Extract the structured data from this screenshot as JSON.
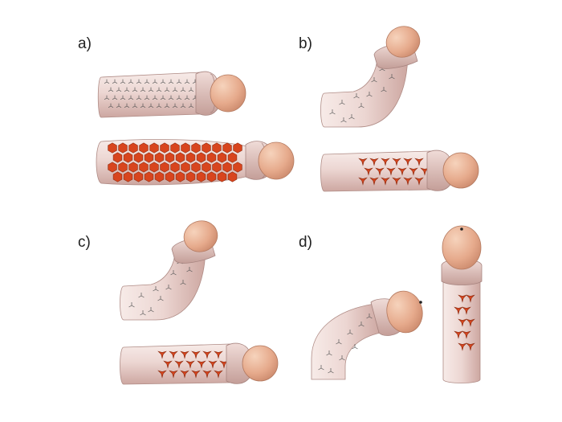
{
  "panels": [
    {
      "id": "a",
      "label": "a)"
    },
    {
      "id": "b",
      "label": "b)"
    },
    {
      "id": "c",
      "label": "c)"
    },
    {
      "id": "d",
      "label": "d)"
    }
  ],
  "colors": {
    "shaft_light": "#f5e6e3",
    "shaft_mid": "#e6c9c4",
    "shaft_dark": "#cfaaa4",
    "glans_light": "#f0c2a6",
    "glans_dark": "#d69679",
    "pattern_line": "#555555",
    "cell_fill": "#d8451e",
    "cell_stroke": "#8a2a10"
  }
}
